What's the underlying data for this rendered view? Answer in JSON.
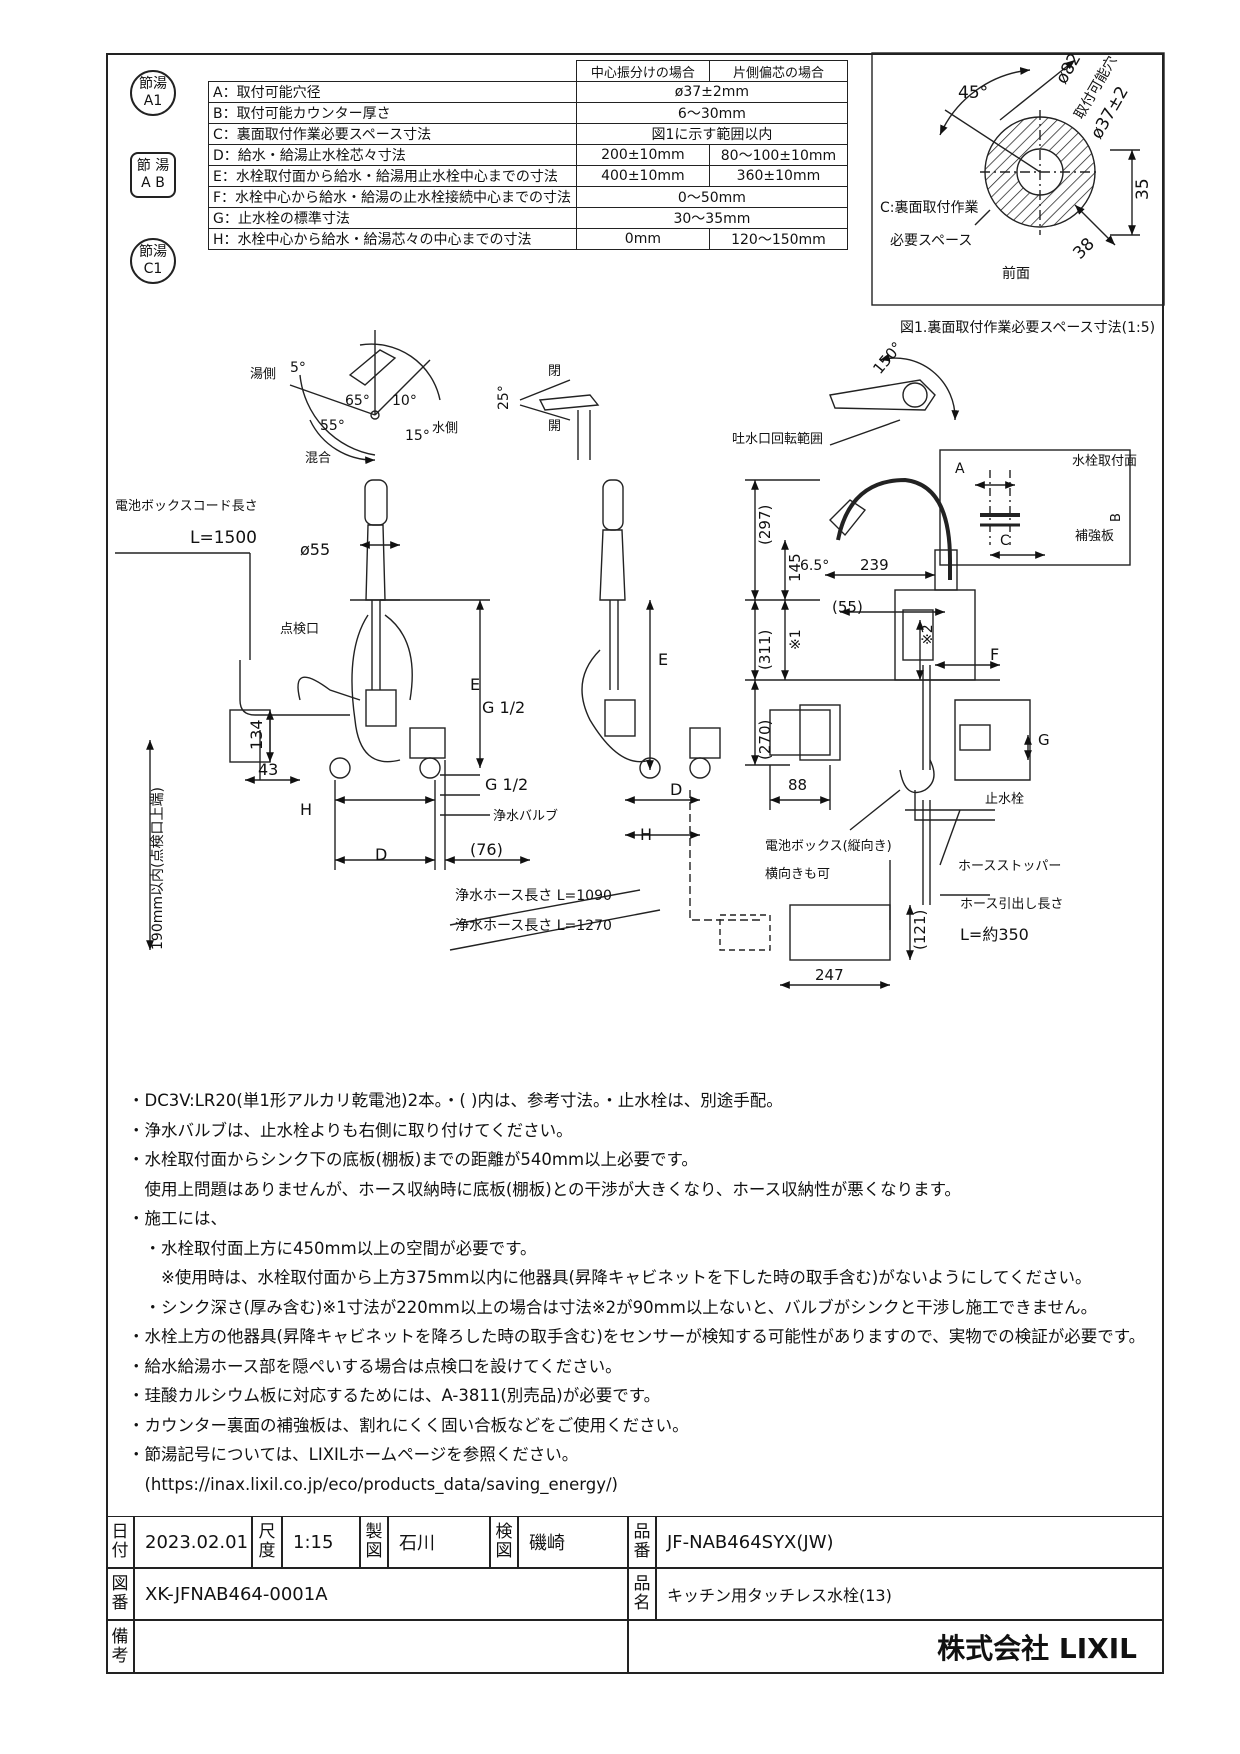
{
  "spec_table": {
    "col_center": "中心振分けの場合",
    "col_side": "片側偏芯の場合",
    "rows": [
      {
        "label": "A：取付可能穴径",
        "center": "ø37±2mm",
        "side": ""
      },
      {
        "label": "B：取付可能カウンター厚さ",
        "center": "6～30mm",
        "side": ""
      },
      {
        "label": "C：裏面取付作業必要スペース寸法",
        "center": "図1に示す範囲以内",
        "side": ""
      },
      {
        "label": "D：給水・給湯止水栓芯々寸法",
        "center": "200±10mm",
        "side": "80～100±10mm"
      },
      {
        "label": "E：水栓取付面から給水・給湯用止水栓中心までの寸法",
        "center": "400±10mm",
        "side": "360±10mm"
      },
      {
        "label": "F：水栓中心から給水・給湯の止水栓接続中心までの寸法",
        "center": "0～50mm",
        "side": ""
      },
      {
        "label": "G：止水栓の標準寸法",
        "center": "30～35mm",
        "side": ""
      },
      {
        "label": "H：水栓中心から給水・給湯芯々の中心までの寸法",
        "center": "0mm",
        "side": "120～150mm"
      }
    ]
  },
  "badges": [
    {
      "top": "節湯",
      "bottom": "A1"
    },
    {
      "top": "節 湯",
      "bottom": "A B"
    },
    {
      "top": "節湯",
      "bottom": "C1"
    }
  ],
  "fig1": {
    "angle": "45°",
    "dia": "ø82",
    "hole_label": "取付可能穴",
    "hole_dim": "ø37±2",
    "dim35": "35",
    "dim38": "38",
    "space_label1": "C:裏面取付作業",
    "space_label2": "必要スペース",
    "front": "前面",
    "caption": "図1.裏面取付作業必要スペース寸法(1:5)"
  },
  "lever": {
    "hot": "湯側",
    "a5": "5°",
    "a65": "65°",
    "a10": "10°",
    "a55": "55°",
    "a15": "15°",
    "cold": "水側",
    "mix": "混合"
  },
  "side_small": {
    "a25": "25°",
    "close": "閉",
    "open": "開"
  },
  "spout": {
    "a150": "150°",
    "label": "吐水口回転範囲"
  },
  "front_view": {
    "cord_label": "電池ボックスコード長さ",
    "cord_len": "L=1500",
    "d55": "ø55",
    "inspect": "点検口",
    "d134": "134",
    "d43": "43",
    "dimH": "H",
    "dimD": "D",
    "d76": "(76)",
    "g1": "G 1/2",
    "g2": "G 1/2",
    "valve": "浄水バルブ",
    "E": "E",
    "vert190": "190mm以内(点検口上端)"
  },
  "hose": {
    "h1": "浄水ホース長さ L=1090",
    "h2": "浄水ホース長さ L=1270"
  },
  "right_view": {
    "A": "A",
    "mount": "水栓取付面",
    "B": "B",
    "C": "C",
    "plate": "補強板",
    "d297": "(297)",
    "d145": "145",
    "d65": "6.5°",
    "d239": "239",
    "d55": "(55)",
    "s1": "※1",
    "s2": "※2",
    "d311": "(311)",
    "F": "F",
    "d270": "(270)",
    "d88": "88",
    "G": "G",
    "stop": "止水栓",
    "battery1": "電池ボックス(縦向き)",
    "battery2": "横向きも可",
    "stopper": "ホースストッパー",
    "pull": "ホース引出し長さ",
    "pull_len": "L=約350",
    "d121": "(121)",
    "d247": "247",
    "E": "E",
    "D": "D",
    "H": "H"
  },
  "notes": [
    "・DC3V:LR20(単1形アルカリ乾電池)2本。・( )内は、参考寸法。・止水栓は、別途手配。",
    "・浄水バルブは、止水栓よりも右側に取り付けてください。",
    "・水栓取付面からシンク下の底板(棚板)までの距離が540mm以上必要です。",
    "　使用上問題はありませんが、ホース収納時に底板(棚板)との干渉が大きくなり、ホース収納性が悪くなります。",
    "・施工には、",
    "　・水栓取付面上方に450mm以上の空間が必要です。",
    "　　※使用時は、水栓取付面から上方375mm以内に他器具(昇降キャビネットを下した時の取手含む)がないようにしてください。",
    "　・シンク深さ(厚み含む)※1寸法が220mm以上の場合は寸法※2が90mm以上ないと、バルブがシンクと干渉し施工できません。",
    "・水栓上方の他器具(昇降キャビネットを降ろした時の取手含む)をセンサーが検知する可能性がありますので、実物での検証が必要です。",
    "・給水給湯ホース部を隠ぺいする場合は点検口を設けてください。",
    "・珪酸カルシウム板に対応するためには、A-3811(別売品)が必要です。",
    "・カウンター裏面の補強板は、割れにくく固い合板などをご使用ください。",
    "・節湯記号については、LIXILホームページを参照ください。",
    "　(https://inax.lixil.co.jp/eco/products_data/saving_energy/)"
  ],
  "title_block": {
    "date_label": "日付",
    "date": "2023.02.01",
    "scale_label": "尺度",
    "scale": "1:15",
    "drawn_label": "製図",
    "drawn": "石川",
    "check_label": "検図",
    "check": "磯崎",
    "product_no_label": "品番",
    "product_no": "JF-NAB464SYX(JW)",
    "drawing_no_label": "図番",
    "drawing_no": "XK-JFNAB464-0001A",
    "product_name_label": "品名",
    "product_name": "キッチン用タッチレス水栓(13)",
    "remarks_label": "備考",
    "company": "株式会社 LIXIL"
  }
}
